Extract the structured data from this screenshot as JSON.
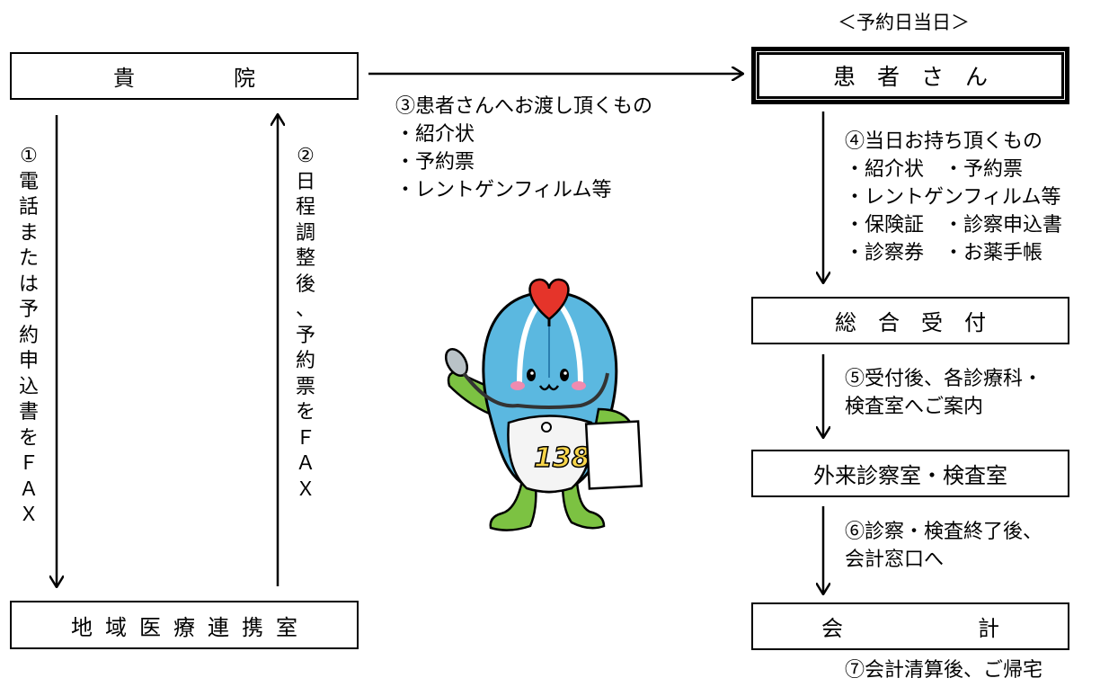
{
  "top_note": "＜予約日当日＞",
  "boxes": {
    "kiin": [
      "貴",
      "院"
    ],
    "patient": [
      "患",
      "者",
      "さ",
      "ん"
    ],
    "reception": [
      "総",
      "合",
      "受",
      "付"
    ],
    "outpatient": "外来診察室・検査室",
    "accounting": [
      "会",
      "計"
    ],
    "liaison": [
      "地",
      "域",
      "医",
      "療",
      "連",
      "携",
      "室"
    ]
  },
  "step1": [
    "①",
    "電",
    "話",
    "ま",
    "た",
    "は",
    "予",
    "約",
    "申",
    "込",
    "書",
    "を",
    "Ｆ",
    "Ａ",
    "Ｘ"
  ],
  "step2": [
    "②",
    "日",
    "程",
    "調",
    "整",
    "後",
    "、",
    "予",
    "約",
    "票",
    "を",
    "Ｆ",
    "Ａ",
    "Ｘ"
  ],
  "step3": {
    "heading": "③患者さんへお渡し頂くもの",
    "items": [
      "・紹介状",
      "・予約票",
      "・レントゲンフィルム等"
    ]
  },
  "step4": {
    "heading": "④当日お持ち頂くもの",
    "lines": [
      "・紹介状　・予約票",
      "・レントゲンフィルム等",
      "・保険証　・診察申込書",
      "・診察券　・お薬手帳"
    ]
  },
  "step5": [
    "⑤受付後、各診療科・",
    "検査室へご案内"
  ],
  "step6": [
    "⑥診察・検査終了後、",
    "会計窓口へ"
  ],
  "step7": "⑦会計清算後、ご帰宅",
  "mascot": {
    "number": "138",
    "body_color": "#5bb8e0",
    "heart_color": "#e5342a",
    "limb_color": "#7cc242"
  }
}
